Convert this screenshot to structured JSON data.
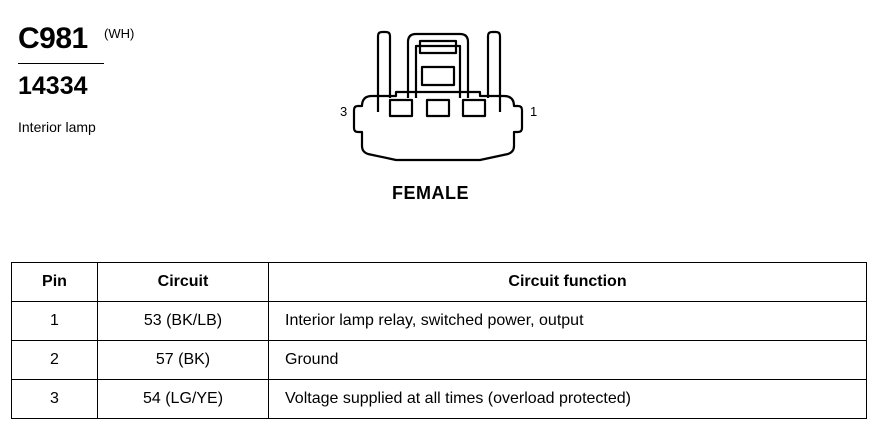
{
  "connector": {
    "id": "C981",
    "color_code": "(WH)",
    "part_number": "14334",
    "description": "Interior lamp",
    "gender": "FEMALE",
    "pin_labels": {
      "left": "3",
      "right": "1"
    }
  },
  "table": {
    "headers": {
      "pin": "Pin",
      "circuit": "Circuit",
      "function": "Circuit function"
    },
    "rows": [
      {
        "pin": "1",
        "circuit": "53 (BK/LB)",
        "function": "Interior lamp relay, switched power, output"
      },
      {
        "pin": "2",
        "circuit": "57 (BK)",
        "function": "Ground"
      },
      {
        "pin": "3",
        "circuit": "54 (LG/YE)",
        "function": "Voltage supplied at all times (overload protected)"
      }
    ]
  }
}
